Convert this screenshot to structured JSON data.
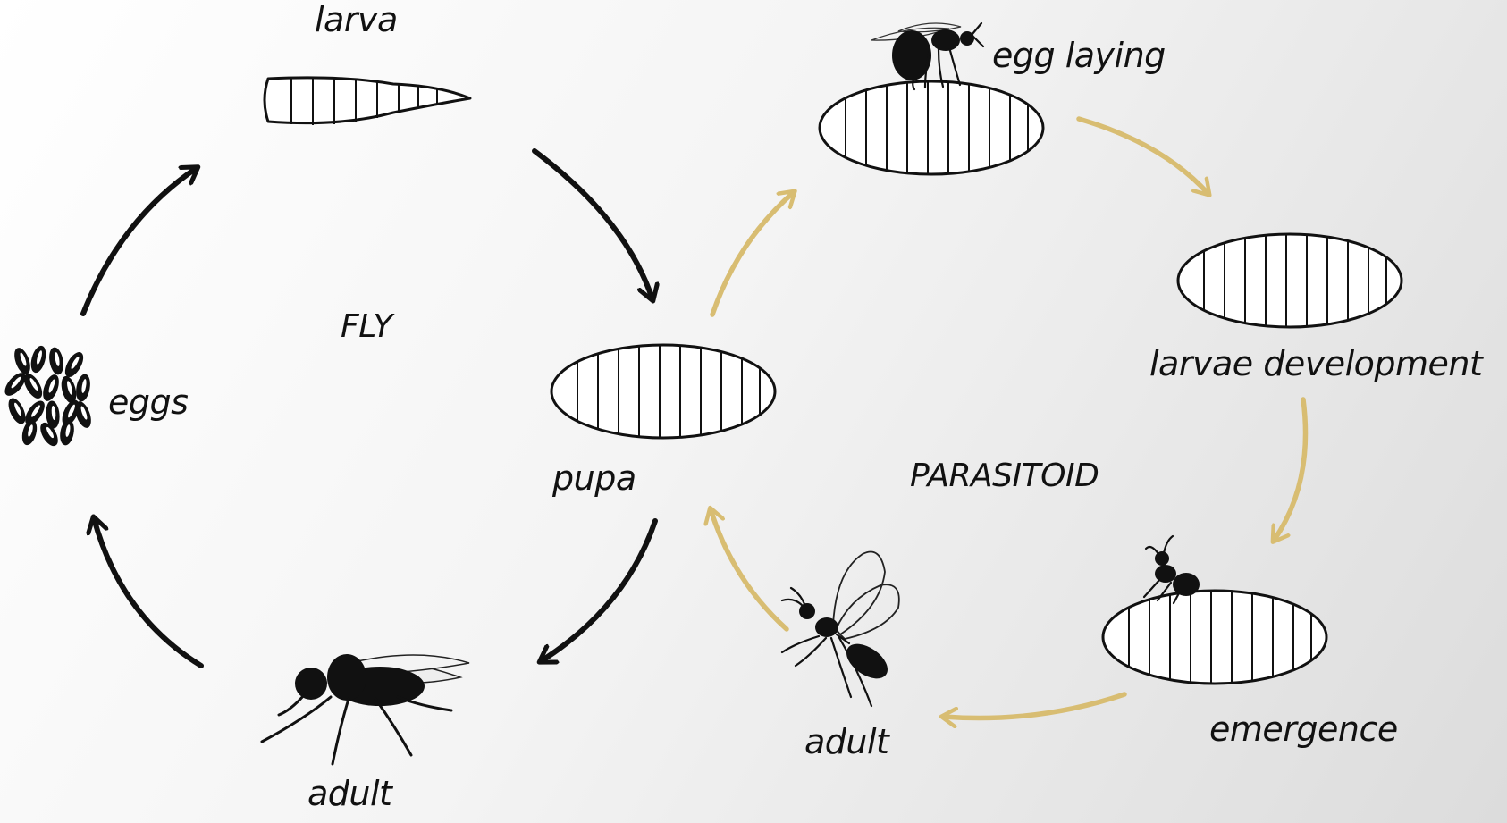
{
  "fly_cycle": {
    "title": "FLY",
    "stages": {
      "eggs": "eggs",
      "larva": "larva",
      "pupa": "pupa",
      "adult": "adult"
    },
    "arrow_color": "#111111"
  },
  "parasitoid_cycle": {
    "title": "PARASITOID",
    "stages": {
      "egg_laying": "egg laying",
      "larvae_development": "larvae development",
      "emergence": "emergence",
      "adult": "adult"
    },
    "arrow_color": "#d8bd72"
  },
  "icons": [
    "egg-cluster-icon",
    "larva-icon",
    "pupa-icon",
    "fly-icon",
    "wasp-icon"
  ]
}
